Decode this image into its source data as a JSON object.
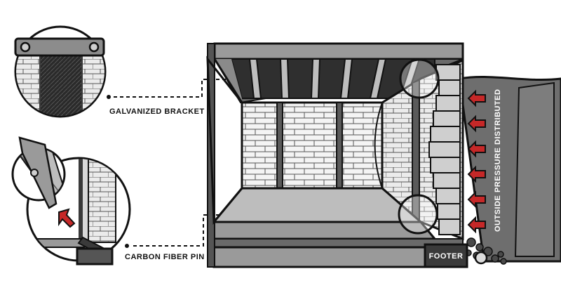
{
  "labels": {
    "bracket": "GALVANIZED BRACKET",
    "pin": "CARBON FIBER PIN",
    "footer": "FOOTER",
    "pressure": "OUTSIDE PRESSURE DISTRIBUTED"
  },
  "colors": {
    "outline": "#111111",
    "soil": "#6e6e6e",
    "slab": "#bdbdbd",
    "wall_light": "#f2f2f2",
    "concrete": "#9a9a9a",
    "arrow_red": "#c62828"
  },
  "icons": [
    "bracket-detail-icon",
    "carbon-fiber-pin-detail-icon",
    "pressure-arrow-icon"
  ]
}
